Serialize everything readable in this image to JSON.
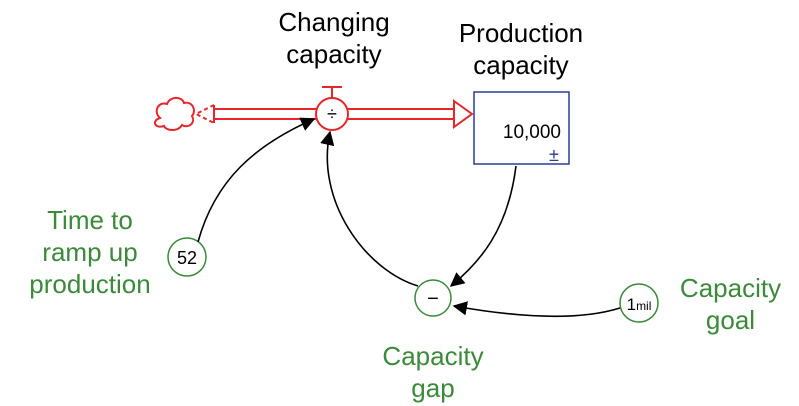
{
  "colors": {
    "flow": "#e8262a",
    "stock_border": "#2b3b9a",
    "aux": "#3a8a3a",
    "link": "#000000"
  },
  "flow": {
    "label_line1": "Changing",
    "label_line2": "capacity",
    "valve_symbol": "÷"
  },
  "source": {
    "icon": "cloud-icon"
  },
  "stock": {
    "label_line1": "Production",
    "label_line2": "capacity",
    "value": "10,000",
    "control_symbol": "±"
  },
  "aux_ramp": {
    "label_line1": "Time to",
    "label_line2": "ramp up",
    "label_line3": "production",
    "value": "52"
  },
  "aux_gap": {
    "label_line1": "Capacity",
    "label_line2": "gap",
    "symbol": "−"
  },
  "aux_goal": {
    "label_line1": "Capacity",
    "label_line2": "goal",
    "value_main": "1",
    "value_suffix": "mil"
  }
}
